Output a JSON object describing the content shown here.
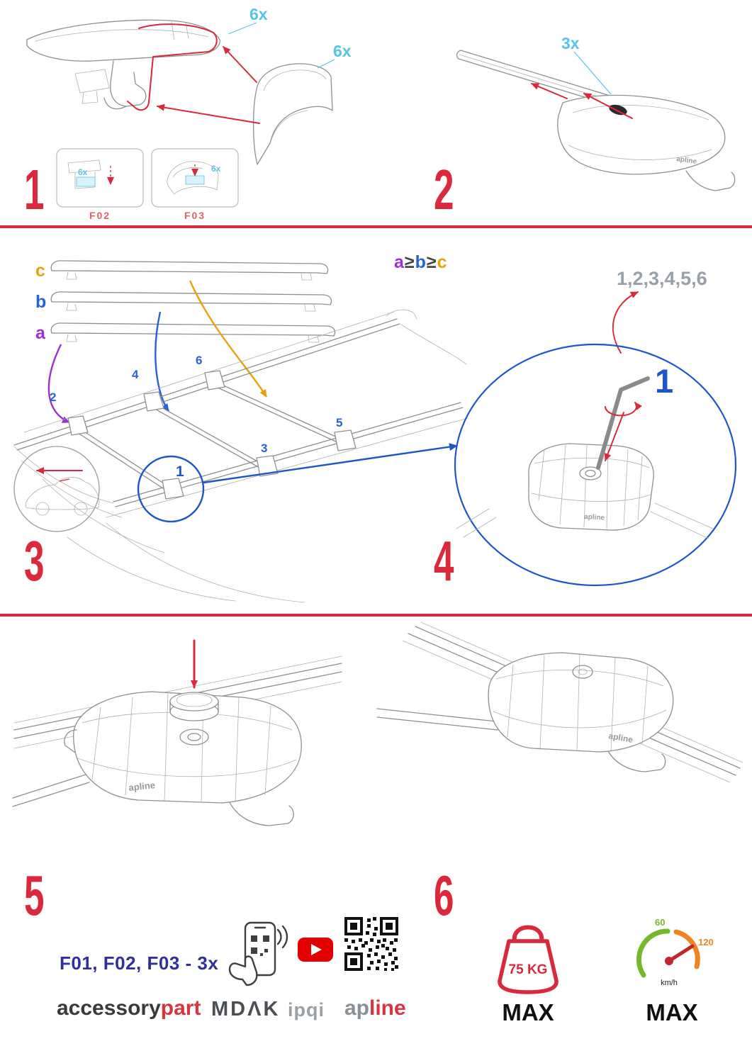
{
  "colors": {
    "accent_red": "#d9293a",
    "cyan": "#56c3e8",
    "purple": "#9c2fd0",
    "blue": "#2763d6",
    "circle_blue": "#1d56c9",
    "orange": "#e8a10c",
    "navy": "#2f2f9d",
    "gray": "#98a0a8",
    "speed_green": "#76b82a",
    "speed_orange": "#f0851f"
  },
  "steps": {
    "s1": {
      "number": "1",
      "qty_cap": "6x",
      "qty_cover": "6x",
      "boxes": [
        {
          "code": "F02",
          "qty": "6x"
        },
        {
          "code": "F03",
          "qty": "6x"
        }
      ]
    },
    "s2": {
      "number": "2",
      "qty": "3x"
    },
    "s3": {
      "number": "3",
      "labels": {
        "a": "a",
        "b": "b",
        "c": "c"
      },
      "rule": [
        "a",
        "≥",
        "b",
        "≥",
        "c"
      ],
      "positions": {
        "p1": "1",
        "p2": "2",
        "p3": "3",
        "p4": "4",
        "p5": "5",
        "p6": "6"
      }
    },
    "s4": {
      "number": "4",
      "sequence": "1,2,3,4,5,6",
      "first": "1"
    },
    "s5": {
      "number": "5",
      "note": "F01, F02, F03 - 3x"
    },
    "s6": {
      "number": "6",
      "weight": "75 KG",
      "weight_max": "MAX",
      "speed_min": "60",
      "speed_top": "120",
      "speed_unit": "km/h",
      "speed_max": "MAX"
    }
  },
  "brand_small": "apline",
  "footer": {
    "brand1_black": "accessory",
    "brand1_red": "part",
    "brand2": "MDΛK",
    "brand3": "ipqi",
    "brand4_gray": "ap",
    "brand4_red": "line"
  }
}
